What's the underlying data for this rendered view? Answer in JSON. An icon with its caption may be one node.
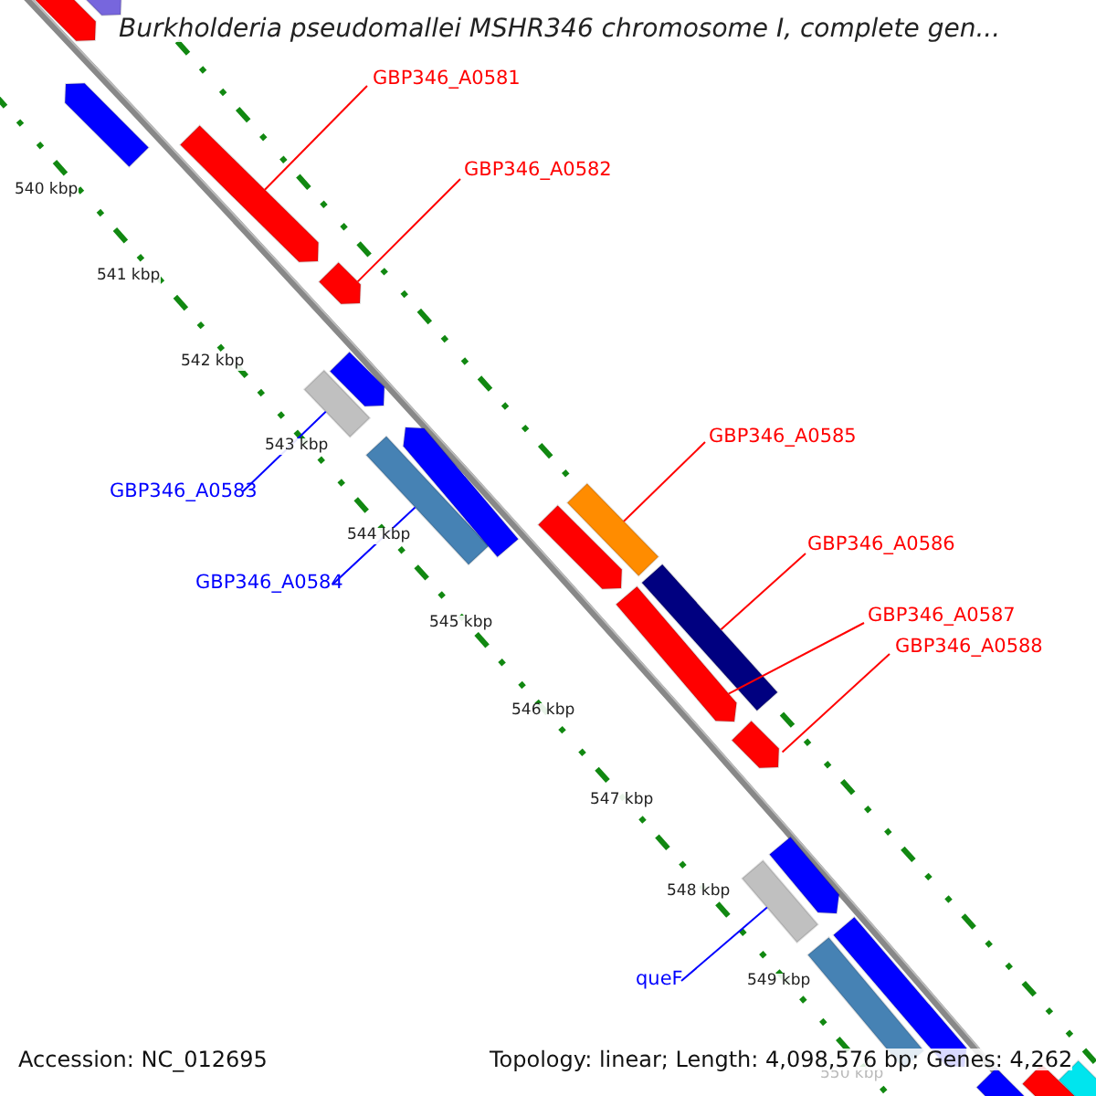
{
  "diagram": {
    "title": "Burkholderia pseudomallei MSHR346 chromosome I, complete gen...",
    "nodes": [
      {
        "text": [
          "GBP346_A0581"
        ]
      },
      {
        "text": [],
        "shape": "bar"
      },
      {
        "text": [
          "GBP346_A0582"
        ]
      },
      {
        "text": [],
        "shape": "bar"
      },
      {
        "text": [
          "GBP346_A0583"
        ]
      },
      {
        "text": [],
        "shape": "bar"
      },
      {
        "text": [
          "GBP346_A0584"
        ]
      },
      {
        "text": [],
        "shape": "bar"
      },
      {
        "text": [
          "GBP346_A0585"
        ]
      },
      {
        "text": [],
        "shape": "bar"
      },
      {
        "text": [
          "GBP346_A0586"
        ]
      },
      {
        "text": [],
        "shape": "bar"
      },
      {
        "text": [
          "GBP346_A0587"
        ]
      },
      {
        "text": [],
        "shape": "bar"
      },
      {
        "text": [
          "GBP346_A0588"
        ]
      },
      {
        "text": [],
        "shape": "bar"
      },
      {
        "text": [
          "queF"
        ]
      },
      {
        "text": [],
        "shape": "bar"
      },
      {
        "text": [],
        "shape": "bar"
      },
      {
        "text": [],
        "shape": "bar"
      },
      {
        "text": [],
        "shape": "bar"
      },
      {
        "text": [],
        "shape": "bar"
      },
      {
        "text": [],
        "shape": "bar"
      },
      {
        "text": [],
        "shape": "bar"
      },
      {
        "text": [],
        "shape": "bar"
      },
      {
        "text": [],
        "shape": "bar"
      },
      {
        "text": [],
        "shape": "bar"
      },
      {
        "text": [],
        "shape": "bar"
      },
      {
        "text": [],
        "shape": "bar"
      },
      {
        "text": [],
        "shape": "bar"
      }
    ],
    "edges": [
      {
        "from": 0,
        "to": 1,
        "arrow": "none"
      },
      {
        "from": 2,
        "to": 3,
        "arrow": "none"
      },
      {
        "from": 4,
        "to": 5,
        "arrow": "none",
        "color": "#0000ff"
      },
      {
        "from": 6,
        "to": 7,
        "arrow": "none",
        "color": "#0000ff"
      },
      {
        "from": 8,
        "to": 9,
        "arrow": "none"
      },
      {
        "from": 10,
        "to": 11,
        "arrow": "none"
      },
      {
        "from": 12,
        "to": 13,
        "arrow": "none"
      },
      {
        "from": 14,
        "to": 15,
        "arrow": "none"
      },
      {
        "from": 16,
        "to": 17,
        "arrow": "none",
        "color": "#0000ff"
      }
    ],
    "labels": [
      "540 kbp",
      "541 kbp",
      "542 kbp",
      "543 kbp",
      "544 kbp",
      "545 kbp",
      "546 kbp",
      "547 kbp",
      "548 kbp",
      "549 kbp",
      "550 kbp",
      "Accession: NC_012695",
      "Topology: linear; Length: 4,098,576 bp; Genes: 4,262"
    ]
  }
}
